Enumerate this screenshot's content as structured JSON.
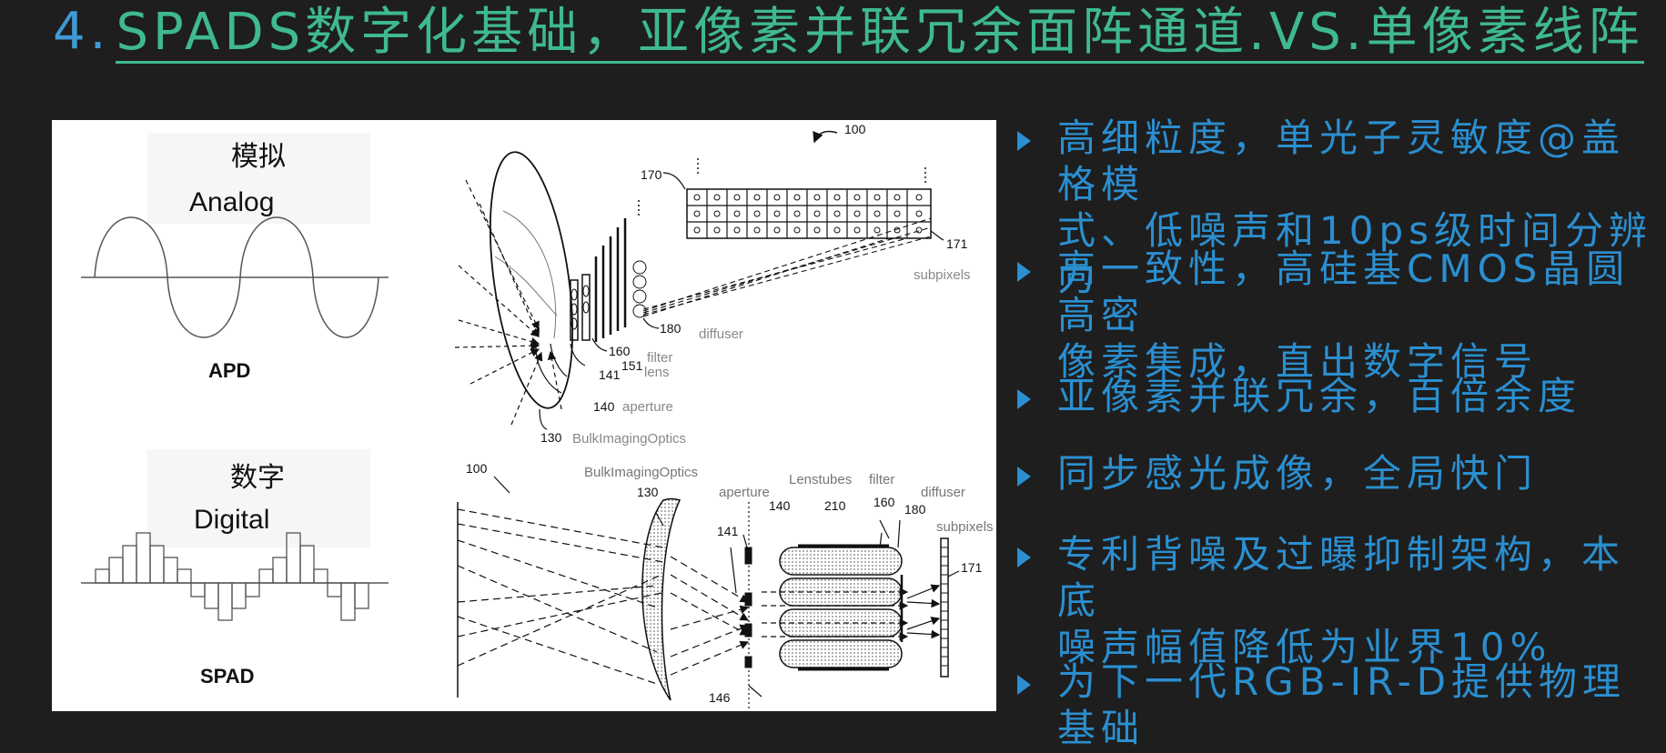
{
  "title": {
    "number": "4.",
    "text": "SPADS数字化基础，亚像素并联冗余面阵通道.VS.单像素线阵"
  },
  "figure": {
    "analog_cn": "模拟",
    "analog_en": "Analog",
    "apd": "APD",
    "digital_cn": "数字",
    "digital_en": "Digital",
    "spad": "SPAD",
    "top_diagram": {
      "ref_100": "100",
      "ref_170": "170",
      "ref_171": "171",
      "subpixels": "subpixels",
      "ref_180": "180",
      "diffuser": "diffuser",
      "ref_160": "160",
      "filter": "filter",
      "ref_151": "151",
      "lens": "lens",
      "ref_141": "141",
      "ref_140": "140",
      "aperture": "aperture",
      "ref_130": "130",
      "bulk": "BulkImagingOptics"
    },
    "bottom_diagram": {
      "ref_100": "100",
      "bulk": "BulkImagingOptics",
      "ref_130": "130",
      "aperture": "aperture",
      "ref_140": "140",
      "ref_141": "141",
      "lenstubes": "Lenstubes",
      "ref_210": "210",
      "filter": "filter",
      "ref_160": "160",
      "diffuser": "diffuser",
      "ref_180": "180",
      "subpixels": "subpixels",
      "ref_171": "171",
      "ref_146": "146"
    }
  },
  "bullets": [
    {
      "line1": "高细粒度，单光子灵敏度@盖格模",
      "line2": "式、低噪声和10ps级时间分辨力"
    },
    {
      "line1": "高一致性，高硅基CMOS晶圆高密",
      "line2": "像素集成，直出数字信号"
    },
    {
      "line1": "亚像素并联冗余，百倍余度"
    },
    {
      "line1": "同步感光成像，全局快门"
    },
    {
      "line1": "专利背噪及过曝抑制架构，本底",
      "line2": "噪声幅值降低为业界10%"
    },
    {
      "line1": "为下一代RGB-IR-D提供物理基础"
    }
  ],
  "colors": {
    "background": "#1e1e1e",
    "title_number": "#3f9ad6",
    "title_text": "#3fb98f",
    "bullet_text": "#2b8fd0"
  }
}
